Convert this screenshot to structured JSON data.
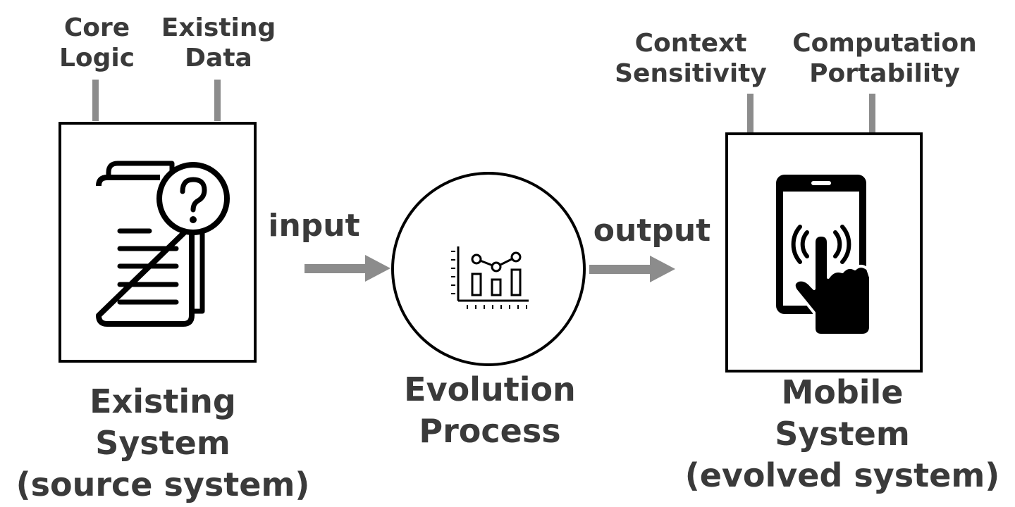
{
  "source": {
    "attributes": [
      "Core\nLogic",
      "Existing\nData"
    ],
    "title": "Existing\nSystem\n(source system)",
    "icon": "document-question-icon"
  },
  "process": {
    "title": "Evolution\nProcess",
    "icon": "analytics-chart-icon"
  },
  "target": {
    "attributes": [
      "Context\nSensitivity",
      "Computation\nPortability"
    ],
    "title": "Mobile\nSystem\n(evolved system)",
    "icon": "mobile-touch-icon"
  },
  "flows": {
    "input_label": "input",
    "output_label": "output"
  },
  "colors": {
    "text": "#3a3a3a",
    "connector": "#8c8c8c",
    "outline": "#000000"
  }
}
